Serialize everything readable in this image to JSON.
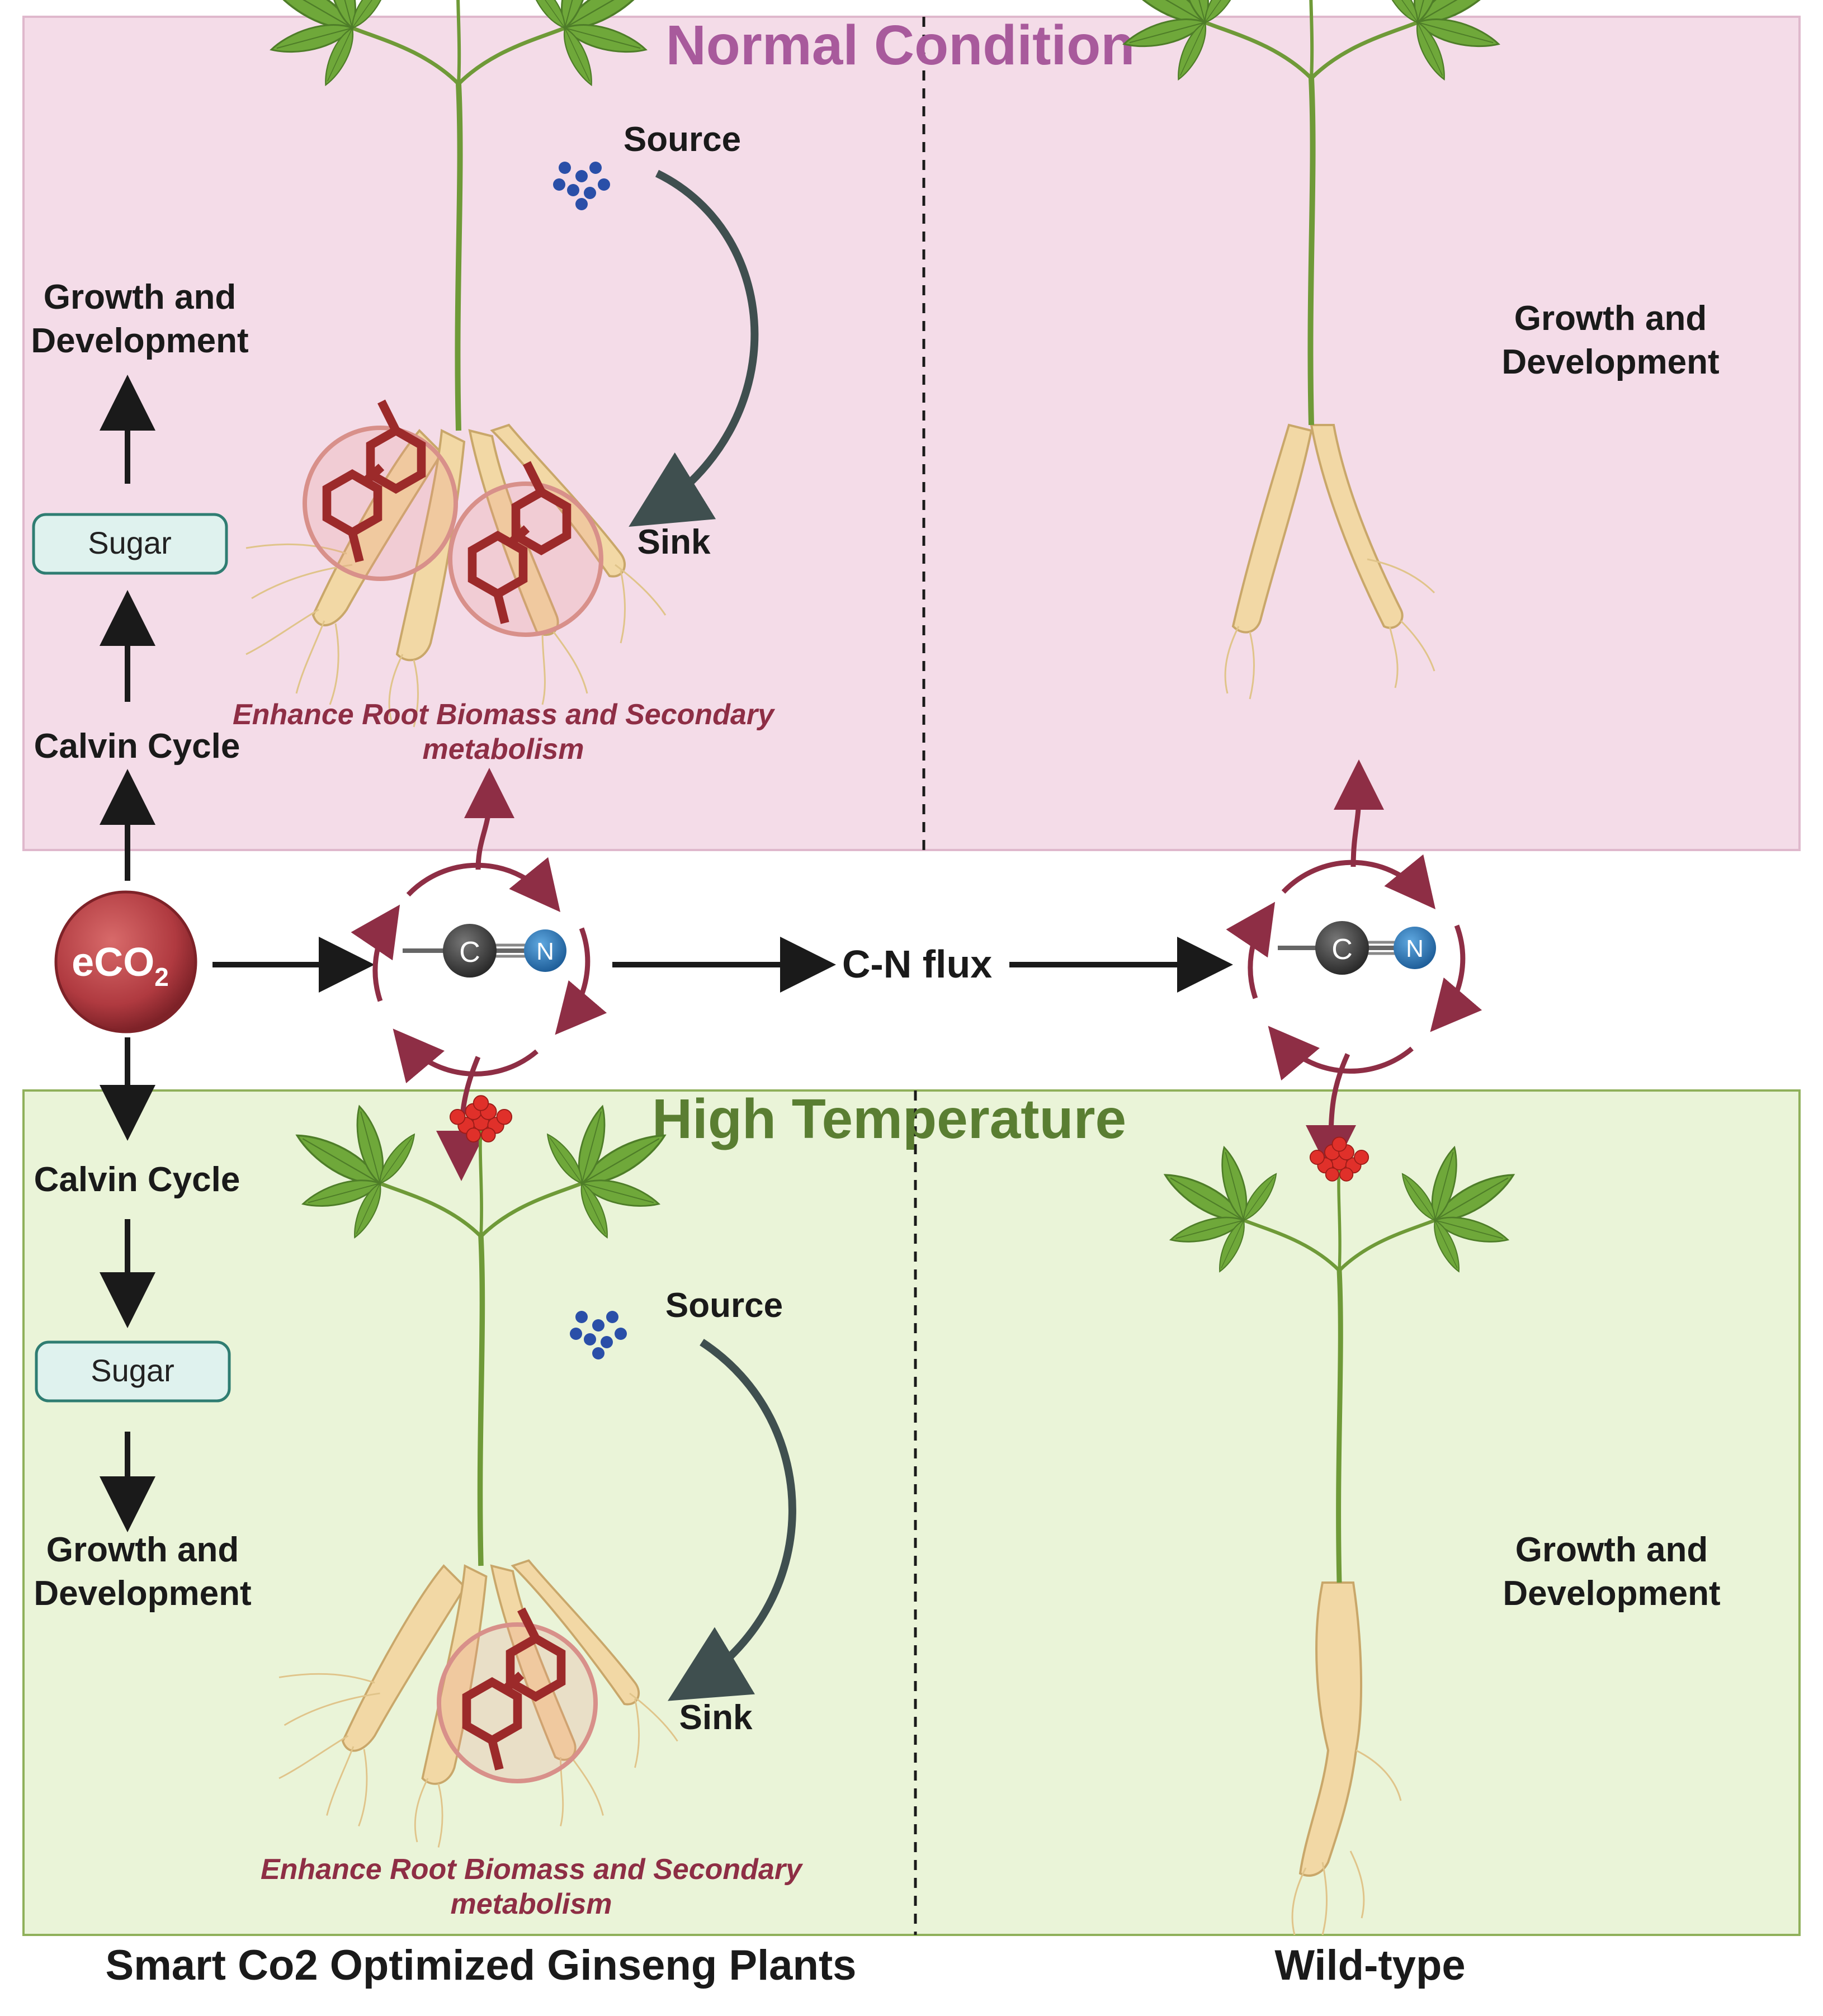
{
  "panels": {
    "normal_title": "Normal Condition",
    "high_title": "High Temperature"
  },
  "labels": {
    "growth_line1": "Growth and",
    "growth_line2": "Development",
    "sugar": "Sugar",
    "calvin": "Calvin Cycle",
    "source": "Source",
    "sink": "Sink",
    "enhance_line1": "Enhance Root Biomass and Secondary",
    "enhance_line2": "metabolism",
    "eco2_main": "eCO",
    "eco2_sub": "2",
    "carbon": "C",
    "nitrogen": "N",
    "flux": "C-N flux"
  },
  "footer": {
    "left": "Smart Co2 Optimized Ginseng Plants",
    "right": "Wild-type"
  },
  "colors": {
    "pink_panel": "#f4dce8",
    "green_panel": "#eaf4d8",
    "pink_title": "#a85a9c",
    "green_title": "#5a7e32",
    "cycle": "#8e2e45",
    "eco2": "#b03a40",
    "sugar_box": "#dff2ee",
    "sugar_border": "#2f7d72",
    "leaf": "#6fa83a",
    "root": "#f2d8a5",
    "berry": "#e0302a",
    "molecule": "#9c2a2a"
  },
  "icons": [
    "plant-icon",
    "molecule-icon",
    "cn-molecule-icon",
    "arrow-icon",
    "cycle-icon"
  ]
}
